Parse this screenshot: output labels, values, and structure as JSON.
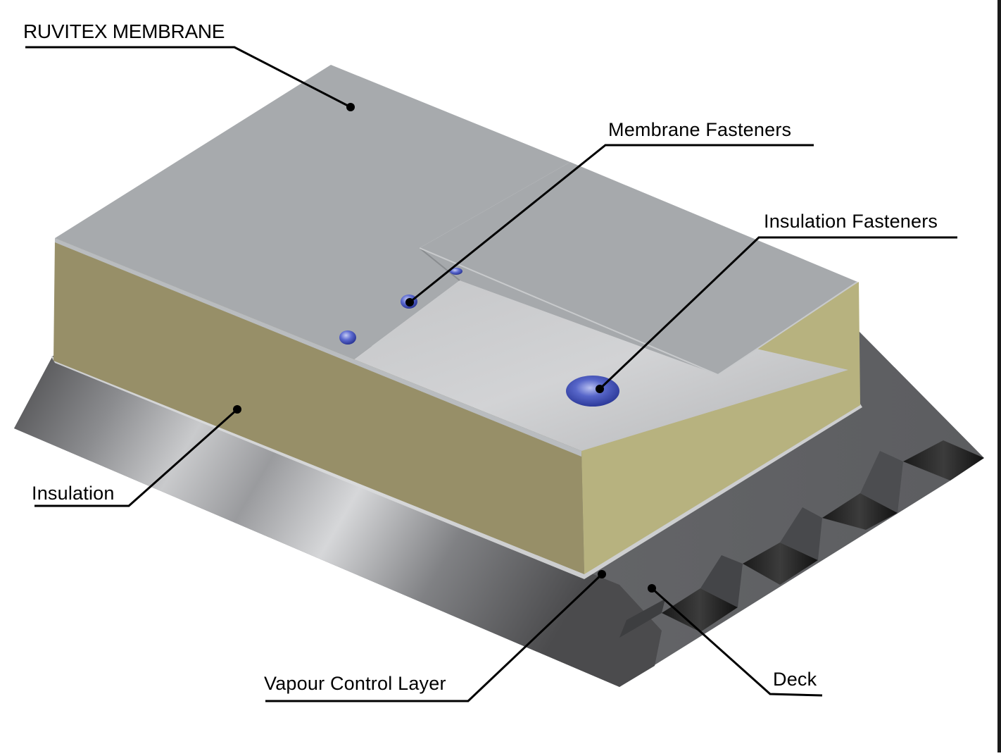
{
  "labels": {
    "membrane": "RUVITEX MEMBRANE",
    "membrane_fasteners": "Membrane Fasteners",
    "insulation_fasteners": "Insulation Fasteners",
    "insulation": "Insulation",
    "vapour_control_layer": "Vapour Control Layer",
    "deck": "Deck"
  },
  "colors": {
    "membrane": "#a7aaad",
    "insulation_front": "#978f68",
    "insulation_side": "#b7b27f",
    "deck_dark": "#3a3a3a",
    "fastener": "#4e5cc4"
  }
}
